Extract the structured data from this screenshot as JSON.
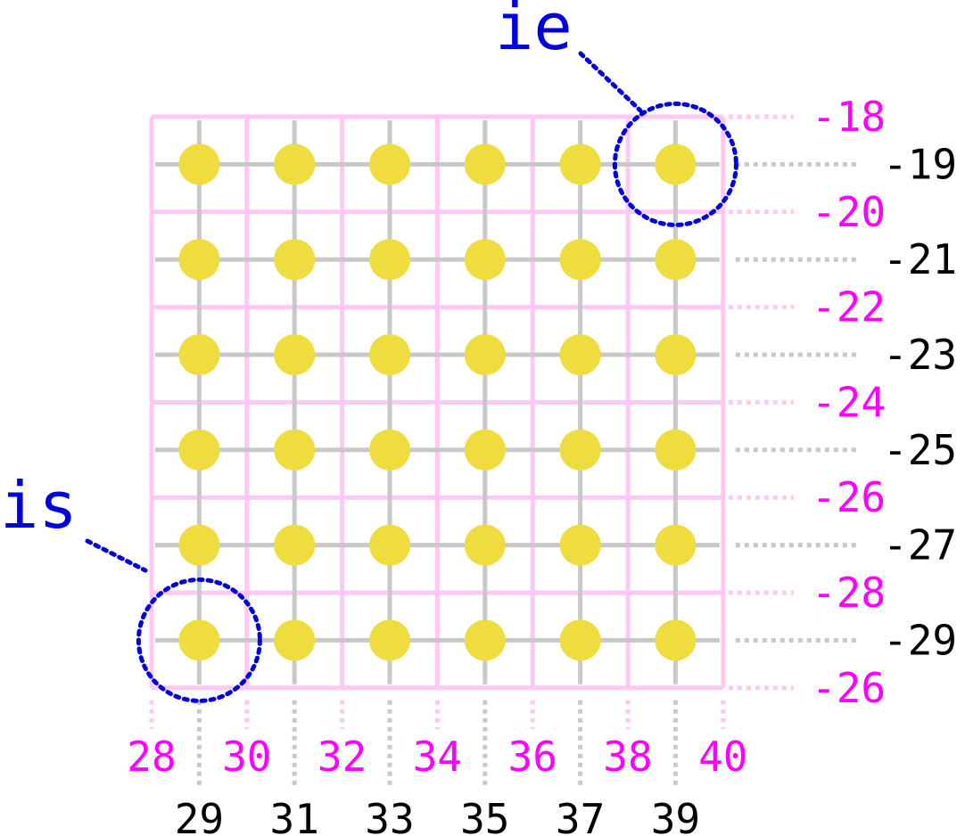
{
  "colors": {
    "cell_border": "#ffc8f4",
    "point_grid": "#c8c8c8",
    "point": "#efdd3f",
    "edge_label": "#ff00ff",
    "center_label": "#000000",
    "marker": "#0000dd"
  },
  "grid": {
    "cols": 6,
    "rows": 6
  },
  "x_edge_labels": [
    "28",
    "30",
    "32",
    "34",
    "36",
    "38",
    "40"
  ],
  "x_center_labels": [
    "29",
    "31",
    "33",
    "35",
    "37",
    "39"
  ],
  "y_edge_labels": [
    "-18",
    "-20",
    "-22",
    "-24",
    "-26",
    "-28",
    "-26"
  ],
  "y_center_labels": [
    "-19",
    "-21",
    "-23",
    "-25",
    "-27",
    "-29"
  ],
  "markers": {
    "start": {
      "label": "is",
      "col": 0,
      "row": 5
    },
    "end": {
      "label": "ie",
      "col": 5,
      "row": 0
    }
  }
}
